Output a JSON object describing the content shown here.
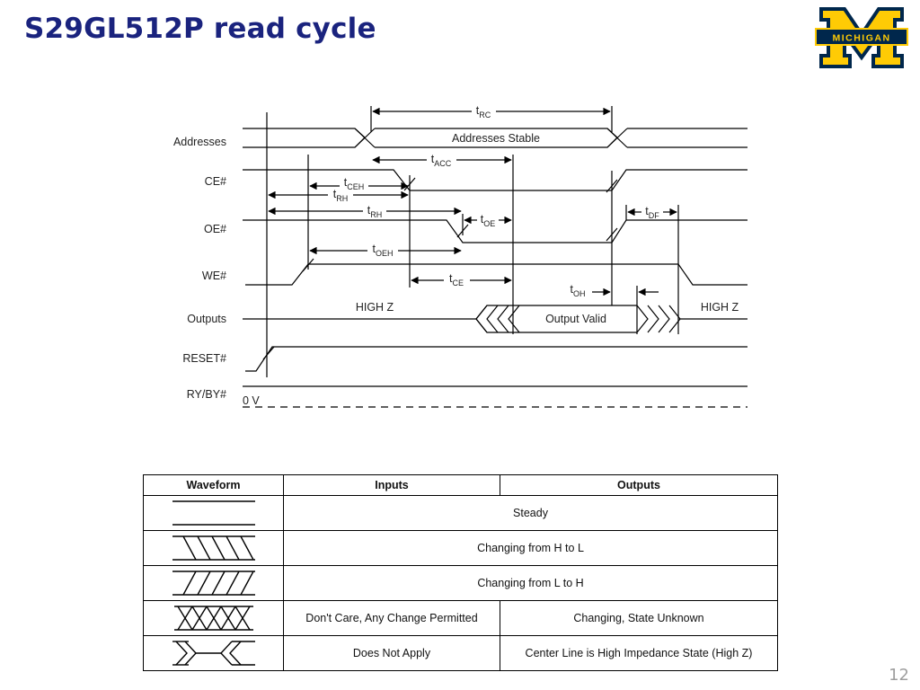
{
  "slide": {
    "title": "S29GL512P read cycle",
    "page_number": "12",
    "logo": {
      "text": "MICHIGAN",
      "colors": {
        "blue": "#00274c",
        "maize": "#ffcb05"
      }
    }
  },
  "diagram": {
    "signals": [
      "Addresses",
      "CE#",
      "OE#",
      "WE#",
      "Outputs",
      "RESET#",
      "RY/BY#"
    ],
    "labels": {
      "addresses_stable": "Addresses Stable",
      "output_valid": "Output Valid",
      "high_z_left": "HIGH Z",
      "high_z_right": "HIGH Z",
      "zero_v": "0 V"
    },
    "timings": {
      "trc": {
        "t": "t",
        "sub": "RC"
      },
      "tacc": {
        "t": "t",
        "sub": "ACC"
      },
      "tceh": {
        "t": "t",
        "sub": "CEH"
      },
      "trh1": {
        "t": "t",
        "sub": "RH"
      },
      "trh2": {
        "t": "t",
        "sub": "RH"
      },
      "toe": {
        "t": "t",
        "sub": "OE"
      },
      "tdf": {
        "t": "t",
        "sub": "DF"
      },
      "toeh": {
        "t": "t",
        "sub": "OEH"
      },
      "tce": {
        "t": "t",
        "sub": "CE"
      },
      "toh": {
        "t": "t",
        "sub": "OH"
      }
    }
  },
  "legend": {
    "headers": {
      "waveform": "Waveform",
      "inputs": "Inputs",
      "outputs": "Outputs"
    },
    "rows": [
      {
        "waveform": "steady",
        "merged": "Steady"
      },
      {
        "waveform": "h-to-l",
        "merged": "Changing from H to L"
      },
      {
        "waveform": "l-to-h",
        "merged": "Changing from L to H"
      },
      {
        "waveform": "dont-care",
        "inputs": "Don't Care, Any Change Permitted",
        "outputs": "Changing, State Unknown"
      },
      {
        "waveform": "high-z",
        "inputs": "Does Not Apply",
        "outputs": "Center Line is High Impedance State (High Z)"
      }
    ]
  }
}
